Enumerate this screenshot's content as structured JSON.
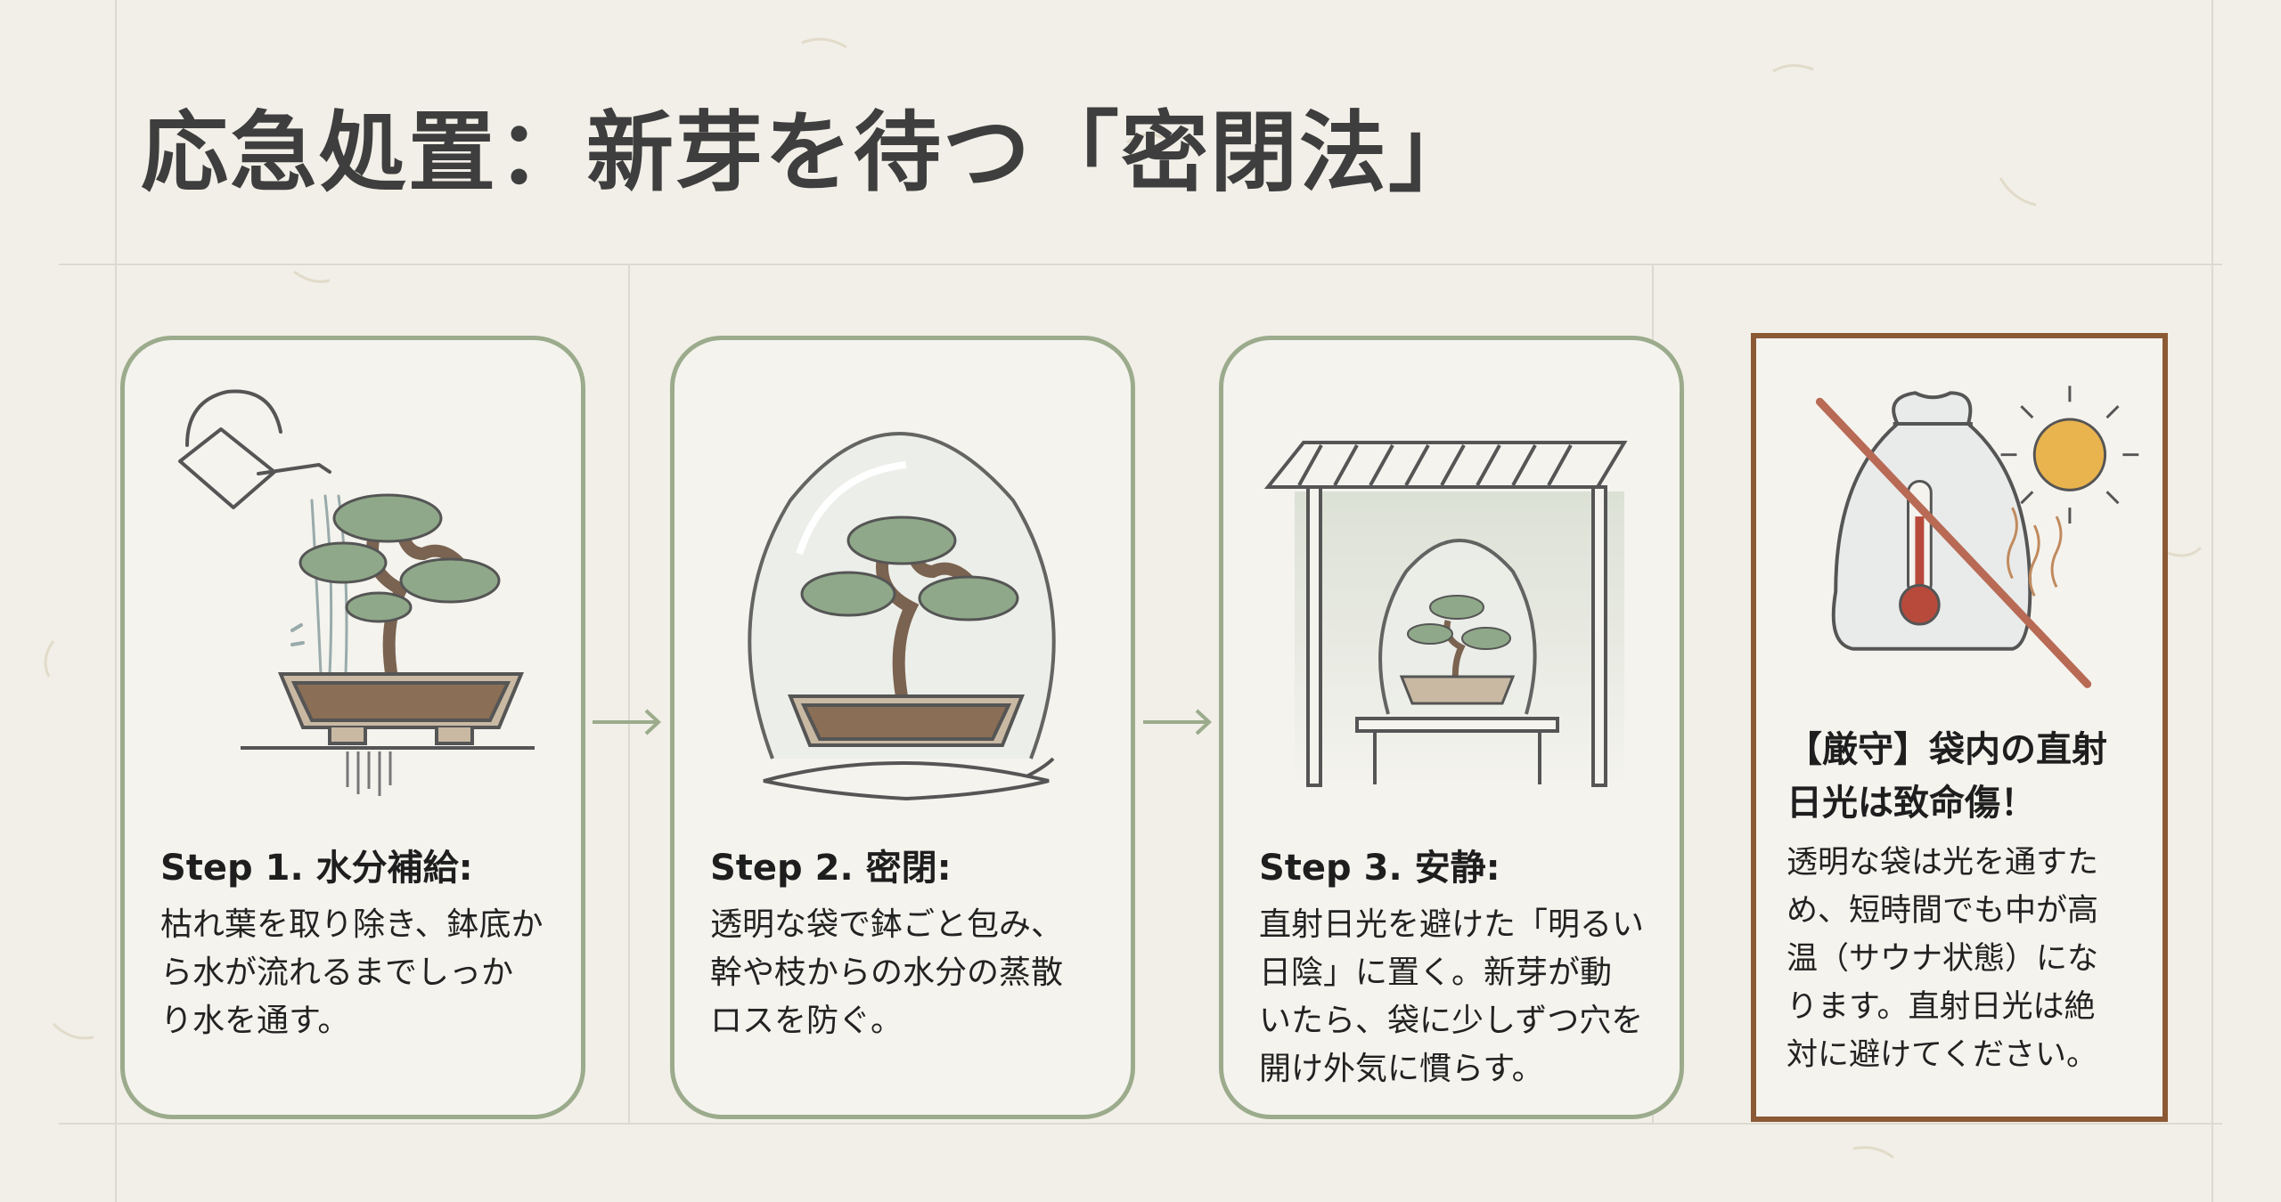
{
  "title": "応急処置：新芽を待つ「密閉法」",
  "colors": {
    "sage": "#9bab8c",
    "leaf": "#8fa889",
    "pot": "#c9b9a3",
    "soil": "#8a6e55",
    "bark": "#7a6350",
    "warn_border": "#8b5a35",
    "slash": "#b86a55",
    "sun": "#e9b34e",
    "thermo": "#b84a3c"
  },
  "steps": [
    {
      "icon": "watering-bonsai-icon",
      "title": "Step 1. 水分補給:",
      "lines": [
        "枯れ葉を取り除き、鉢底か",
        "ら水が流れるまでしっか",
        "り水を通す。"
      ]
    },
    {
      "icon": "bagged-bonsai-icon",
      "title": "Step 2. 密閉:",
      "lines": [
        "透明な袋で鉢ごと包み、",
        "幹や枝からの水分の蒸散",
        "ロスを防ぐ。"
      ]
    },
    {
      "icon": "shaded-bonsai-icon",
      "title": "Step 3. 安静:",
      "lines": [
        "直射日光を避けた「明るい",
        "日陰」に置く。新芽が動",
        "いたら、袋に少しずつ穴を",
        "開け外気に慣らす。"
      ]
    }
  ],
  "warning": {
    "icon": "no-sun-on-bag-icon",
    "title_lines": [
      "【厳守】袋内の直射",
      "日光は致命傷！"
    ],
    "lines": [
      "透明な袋は光を通すた",
      "め、短時間でも中が高",
      "温（サウナ状態）にな",
      "ります。直射日光は絶",
      "対に避けてください。"
    ]
  }
}
